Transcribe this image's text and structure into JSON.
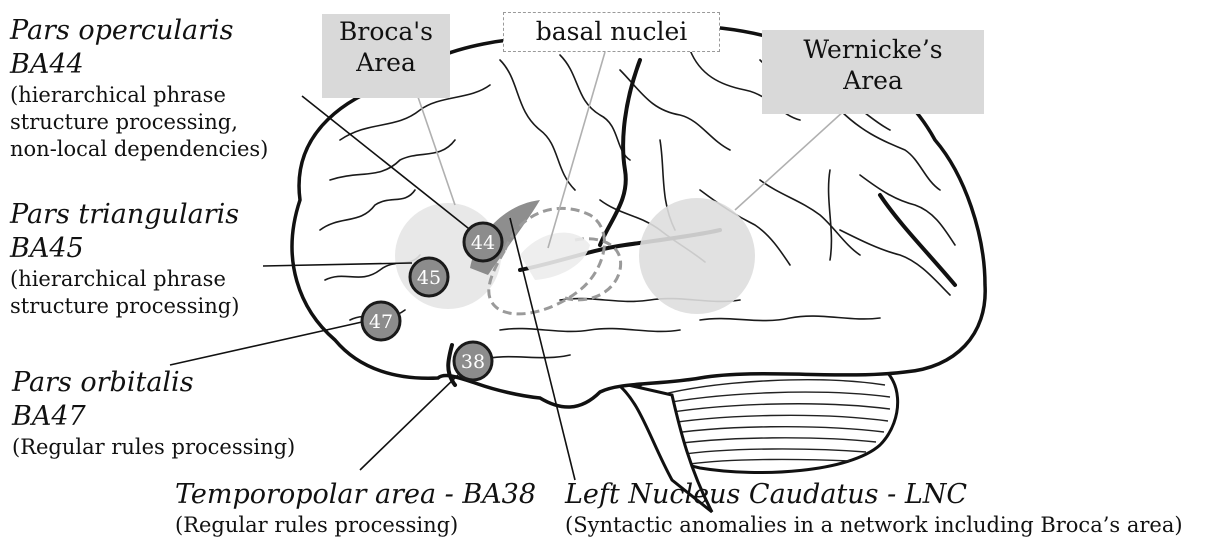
{
  "labels": {
    "pars_opercularis": {
      "name": "Pars opercularis",
      "ba": "BA44",
      "desc": [
        "(hierarchical phrase",
        "structure processing,",
        "non-local dependencies)"
      ]
    },
    "pars_triangularis": {
      "name": "Pars triangularis",
      "ba": "BA45",
      "desc": [
        "(hierarchical phrase",
        "structure processing)"
      ]
    },
    "pars_orbitalis": {
      "name": "Pars orbitalis",
      "ba": "BA47",
      "desc": [
        "(Regular rules processing)"
      ]
    },
    "temporopolar": {
      "name": "Temporopolar area - BA38",
      "desc": "(Regular rules processing)"
    },
    "lnc": {
      "name": "Left Nucleus Caudatus - LNC",
      "desc": "(Syntactic anomalies in a network including Broca’s area)"
    }
  },
  "boxes": {
    "broca": [
      "Broca's",
      "Area"
    ],
    "basal": "basal nuclei",
    "wernicke": [
      "Wernicke’s",
      "Area"
    ]
  },
  "badges": {
    "b44": "44",
    "b45": "45",
    "b47": "47",
    "b38": "38"
  },
  "colors": {
    "badge_fill": "#8c8c8c",
    "badge_stroke": "#1a1a1a",
    "area_fill": "#e6e6e6",
    "box_fill": "#d9d9d9",
    "brain_outline": "#111111"
  }
}
